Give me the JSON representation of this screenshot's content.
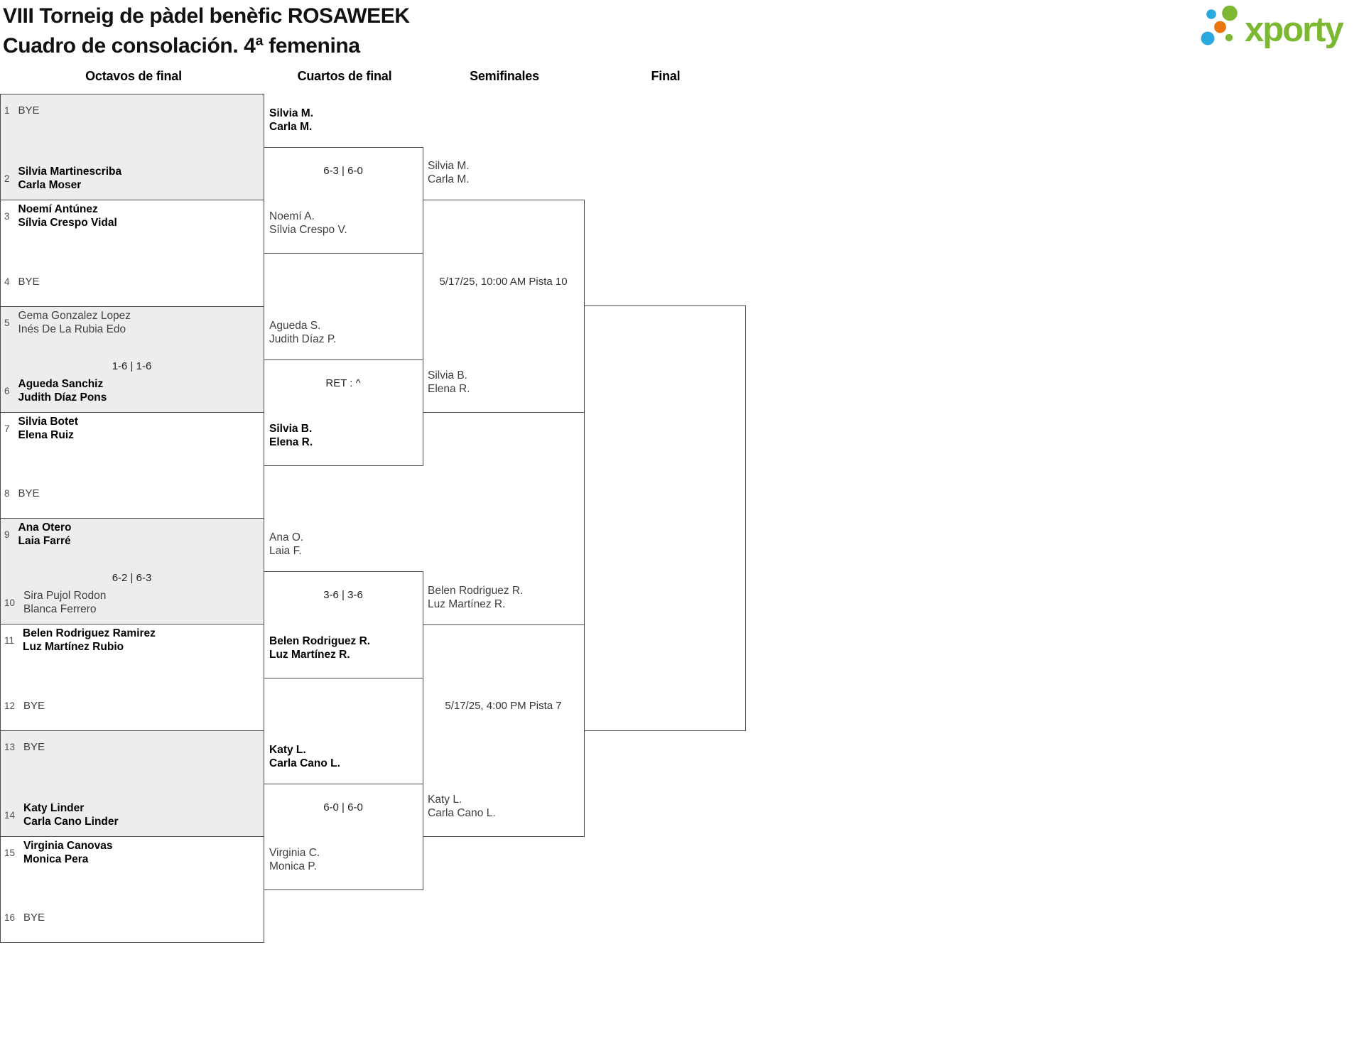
{
  "header": {
    "title_line1": "VIII Torneig de pàdel benèfic ROSAWEEK",
    "title_line2": "Cuadro de consolación. 4ª femenina",
    "logo_text": "xporty"
  },
  "rounds": [
    "Octavos de final",
    "Cuartos de final",
    "Semifinales",
    "Final"
  ],
  "colors": {
    "accent_green": "#7cb832",
    "accent_blue": "#2ca8e0",
    "accent_orange": "#e8760d",
    "box_fill": "#ededed",
    "line": "#4b4b4b"
  },
  "octavos": {
    "matches": [
      {
        "top": {
          "seed": "1",
          "team": "BYE",
          "winner": false
        },
        "bottom": {
          "seed": "2",
          "team": [
            "Silvia Martinescriba",
            "Carla Moser"
          ],
          "winner": true
        },
        "score": ""
      },
      {
        "top": {
          "seed": "3",
          "team": [
            "Noemí Antúnez",
            "Sílvia Crespo Vidal"
          ],
          "winner": true
        },
        "bottom": {
          "seed": "4",
          "team": "BYE",
          "winner": false
        },
        "score": ""
      },
      {
        "top": {
          "seed": "5",
          "team": [
            "Gema Gonzalez Lopez",
            "Inés De La Rubia Edo"
          ],
          "winner": false
        },
        "bottom": {
          "seed": "6",
          "team": [
            "Agueda Sanchiz",
            "Judith Díaz Pons"
          ],
          "winner": true
        },
        "score": "1-6 | 1-6"
      },
      {
        "top": {
          "seed": "7",
          "team": [
            "Silvia Botet",
            "Elena Ruiz"
          ],
          "winner": true
        },
        "bottom": {
          "seed": "8",
          "team": "BYE",
          "winner": false
        },
        "score": ""
      },
      {
        "top": {
          "seed": "9",
          "team": [
            "Ana Otero",
            "Laia Farré"
          ],
          "winner": true
        },
        "bottom": {
          "seed": "10",
          "team": [
            "Sira Pujol Rodon",
            "Blanca Ferrero"
          ],
          "winner": false
        },
        "score": "6-2 | 6-3"
      },
      {
        "top": {
          "seed": "11",
          "team": [
            "Belen Rodriguez Ramirez",
            "Luz Martínez Rubio"
          ],
          "winner": true
        },
        "bottom": {
          "seed": "12",
          "team": "BYE",
          "winner": false
        },
        "score": ""
      },
      {
        "top": {
          "seed": "13",
          "team": "BYE",
          "winner": false
        },
        "bottom": {
          "seed": "14",
          "team": [
            "Katy Linder",
            "Carla Cano Linder"
          ],
          "winner": true
        },
        "score": ""
      },
      {
        "top": {
          "seed": "15",
          "team": [
            "Virginia Canovas",
            "Monica Pera"
          ],
          "winner": true
        },
        "bottom": {
          "seed": "16",
          "team": "BYE",
          "winner": false
        },
        "score": ""
      }
    ]
  },
  "cuartos": {
    "matches": [
      {
        "top": {
          "team": [
            "Silvia M.",
            "Carla M."
          ],
          "winner": true
        },
        "bottom": {
          "team": [
            "Noemí A.",
            "Sílvia Crespo V."
          ],
          "winner": false
        },
        "score": "6-3 | 6-0"
      },
      {
        "top": {
          "team": [
            "Agueda S.",
            "Judith Díaz P."
          ],
          "winner": false
        },
        "bottom": {
          "team": [
            "Silvia B.",
            "Elena R."
          ],
          "winner": true
        },
        "score": "RET : ^"
      },
      {
        "top": {
          "team": [
            "Ana O.",
            "Laia F."
          ],
          "winner": false
        },
        "bottom": {
          "team": [
            "Belen Rodriguez R.",
            "Luz Martínez R."
          ],
          "winner": true
        },
        "score": "3-6 | 3-6"
      },
      {
        "top": {
          "team": [
            "Katy L.",
            "Carla Cano L."
          ],
          "winner": true
        },
        "bottom": {
          "team": [
            "Virginia C.",
            "Monica P."
          ],
          "winner": false
        },
        "score": "6-0 | 6-0"
      }
    ]
  },
  "semis": {
    "matches": [
      {
        "top": {
          "team": [
            "Silvia M.",
            "Carla M."
          ],
          "winner": false
        },
        "bottom": {
          "team": [
            "Silvia B.",
            "Elena R."
          ],
          "winner": false
        },
        "schedule": "5/17/25, 10:00 AM Pista 10"
      },
      {
        "top": {
          "team": [
            "Belen Rodriguez R.",
            "Luz Martínez R."
          ],
          "winner": false
        },
        "bottom": {
          "team": [
            "Katy L.",
            "Carla Cano L."
          ],
          "winner": false
        },
        "schedule": "5/17/25, 4:00 PM Pista 7"
      }
    ]
  },
  "final": {
    "matches": [
      {}
    ]
  }
}
